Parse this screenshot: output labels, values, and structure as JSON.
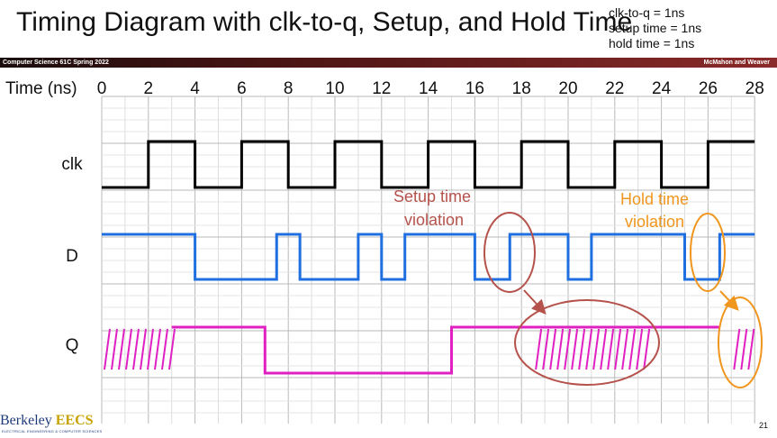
{
  "title": "Timing Diagram with clk-to-q, Setup, and Hold Time",
  "params": [
    "clk-to-q = 1ns",
    "setup time = 1ns",
    "hold time = 1ns"
  ],
  "banner": {
    "left": "Computer Science 61C Spring 2022",
    "right": "McMahon and Weaver"
  },
  "axis_label": "Time (ns)",
  "ticks": [
    "0",
    "2",
    "4",
    "6",
    "8",
    "10",
    "12",
    "14",
    "16",
    "18",
    "20",
    "22",
    "24",
    "26",
    "28"
  ],
  "signals": [
    {
      "name": "clk",
      "color": "#000000",
      "transitions": [
        0,
        2,
        4,
        6,
        8,
        10,
        12,
        14,
        16,
        18,
        20,
        22,
        24,
        26,
        28
      ],
      "start": 0
    },
    {
      "name": "D",
      "color": "#1f6fe0",
      "transitions": [
        0,
        4,
        7.5,
        8.5,
        11,
        12,
        13,
        16,
        17.5,
        20,
        21,
        25,
        26.5
      ],
      "start": 1
    },
    {
      "name": "Q",
      "color": "#e020c0",
      "transitions": [
        3,
        7,
        15
      ]
    }
  ],
  "annotations": {
    "setup": {
      "line1": "Setup time",
      "line2": "violation",
      "color": "#b5524b"
    },
    "hold": {
      "line1": "Hold time",
      "line2": "violation",
      "color": "#f0961e"
    }
  },
  "logo": {
    "word1": "Berkeley",
    "word2": "EECS",
    "sub": "ELECTRICAL ENGINEERING & COMPUTER SCIENCES"
  },
  "page_number": "21"
}
